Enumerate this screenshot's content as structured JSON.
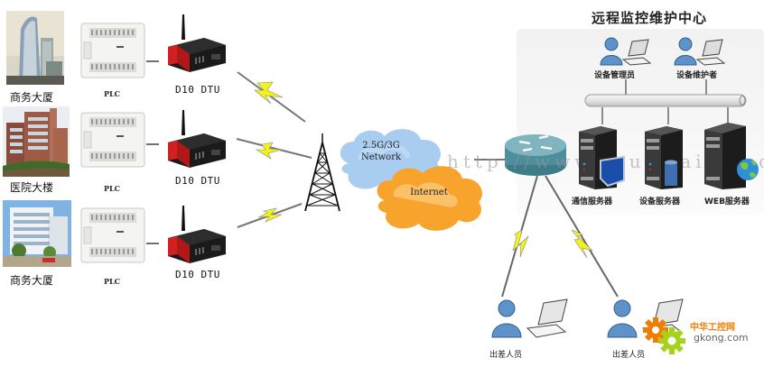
{
  "title": "远程监控维护中心",
  "sites": [
    {
      "label": "商务大厦",
      "plc_label": "PLC",
      "dtu_label": "D10 DTU"
    },
    {
      "label": "医院大楼",
      "plc_label": "PLC",
      "dtu_label": "D10 DTU"
    },
    {
      "label": "商务大厦",
      "plc_label": "PLC",
      "dtu_label": "D10 DTU"
    }
  ],
  "clouds": {
    "mobile_network": [
      "2.5G/3G",
      "Network"
    ],
    "internet": "Internet"
  },
  "watermark": "http://www.four-faith.com",
  "operators": [
    {
      "label": "设备管理员"
    },
    {
      "label": "设备维护者"
    }
  ],
  "servers": [
    {
      "label": "通信服务器",
      "badge_icon": "monitor-icon"
    },
    {
      "label": "设备服务器",
      "badge_icon": "database-icon"
    },
    {
      "label": "WEB服务器",
      "badge_icon": "globe-icon"
    }
  ],
  "field_staff": [
    {
      "label": "出差人员"
    },
    {
      "label": "出差人员"
    }
  ],
  "logo": {
    "cn": "中华工控网",
    "en": "gkong.com"
  },
  "colors": {
    "lightning": "#f4f21c",
    "cloud_blue": "#a9cdf0",
    "cloud_orange": "#f7a32c",
    "person_blue": "#5e92c8",
    "logo_orange": "#f07d00",
    "logo_green": "#a6d21c"
  }
}
